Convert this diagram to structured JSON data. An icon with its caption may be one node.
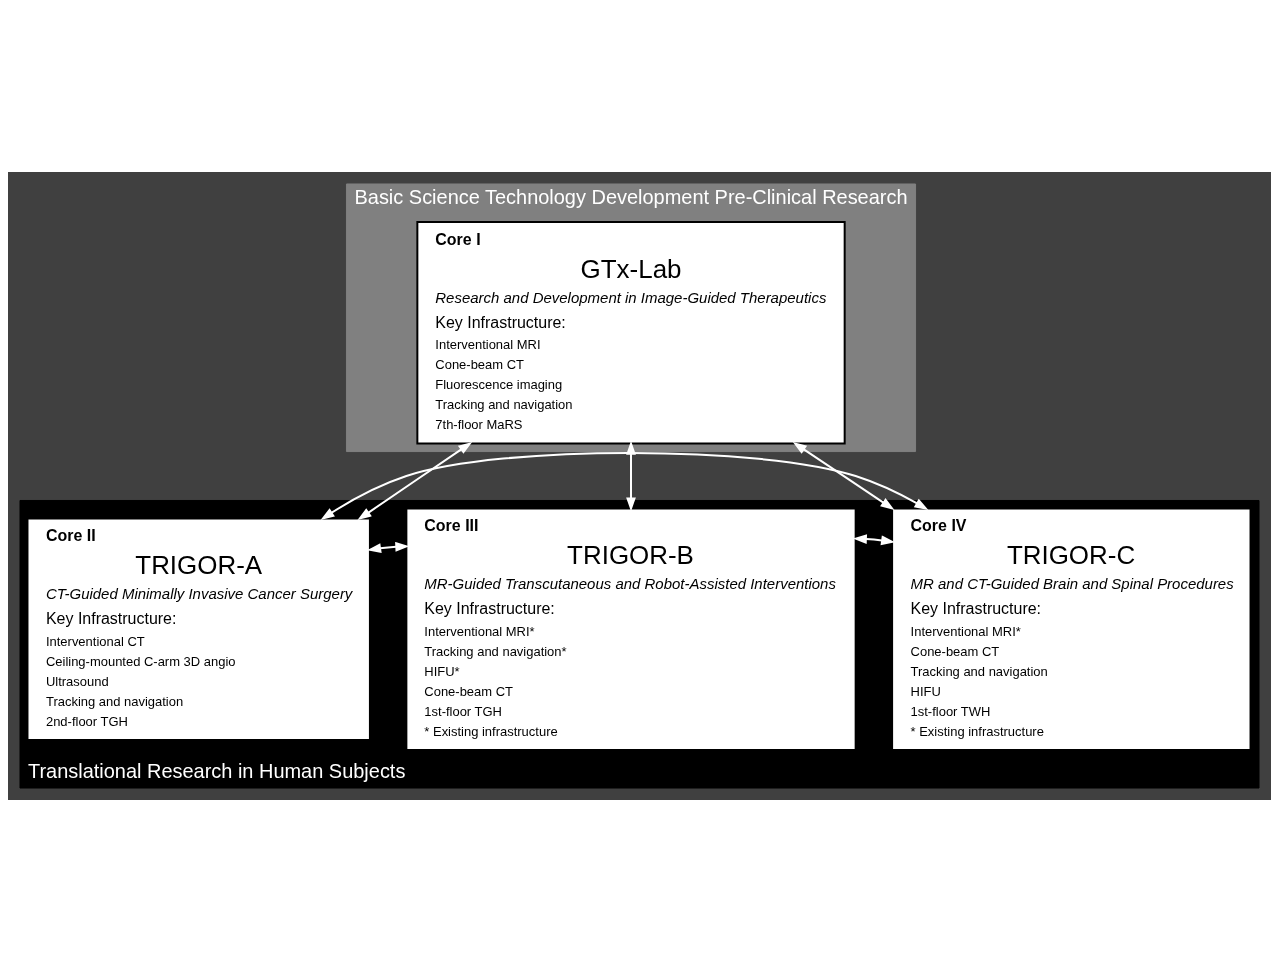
{
  "diagram": {
    "nodes": [
      {
        "text": [
          "Basic Science Technology Development Pre-Clinical Research"
        ]
      },
      {
        "text": [
          "Core I",
          "GTx-Lab",
          "Research and Development in Image-Guided Therapeutics",
          "Key Infrastructure:",
          "Interventional MRI",
          "Cone-beam CT",
          "Fluorescence imaging",
          "Tracking and navigation",
          "7th-floor MaRS"
        ],
        "in": 0
      },
      {
        "text": [
          "Translational Research in Human Subjects"
        ]
      },
      {
        "text": [
          "Core II",
          "TRIGOR-A",
          "CT-Guided Minimally Invasive Cancer Surgery",
          "Key Infrastructure:",
          "Interventional CT",
          "Ceiling-mounted C-arm 3D angio",
          "Ultrasound",
          "Tracking and navigation",
          "2nd-floor TGH"
        ],
        "in": 2
      },
      {
        "text": [
          "Core III",
          "TRIGOR-B",
          "MR-Guided Transcutaneous and Robot-Assisted Interventions",
          "Key Infrastructure:",
          "Interventional MRI*",
          "Tracking and navigation*",
          "HIFU*",
          "Cone-beam CT",
          "1st-floor TGH",
          "* Existing infrastructure"
        ],
        "in": 2
      },
      {
        "text": [
          "Core IV",
          "TRIGOR-C",
          "MR and CT-Guided Brain and Spinal Procedures",
          "Key Infrastructure:",
          "Interventional MRI*",
          "Cone-beam CT",
          "Tracking and navigation",
          "HIFU",
          "1st-floor TWH",
          "* Existing infrastructure"
        ],
        "in": 2
      }
    ],
    "edges": [
      {
        "from": 1,
        "to": 3,
        "arrow": "both"
      },
      {
        "from": 1,
        "to": 4,
        "arrow": "both"
      },
      {
        "from": 1,
        "to": 5,
        "arrow": "both"
      },
      {
        "from": 3,
        "to": 4,
        "arrow": "both"
      },
      {
        "from": 4,
        "to": 5,
        "arrow": "both"
      },
      {
        "from": 3,
        "to": 5,
        "arrow": "both"
      }
    ]
  }
}
